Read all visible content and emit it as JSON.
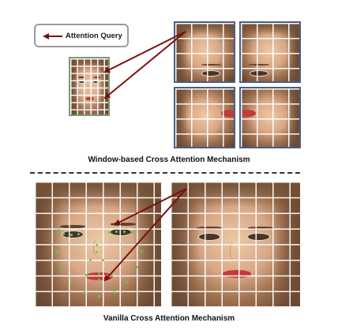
{
  "legend": {
    "label": "Attention Query",
    "icon": "arrow-left-icon"
  },
  "captions": {
    "window": "Window-based Cross Attention Mechanism",
    "vanilla": "Vanilla Cross Attention Mechanism"
  },
  "colors": {
    "arrow": "#7b0f0f",
    "window_border": "#4a5d8a",
    "query_border": "#7d9a76",
    "landmark": "#3ee03e",
    "grid_line": "#ffffff"
  }
}
